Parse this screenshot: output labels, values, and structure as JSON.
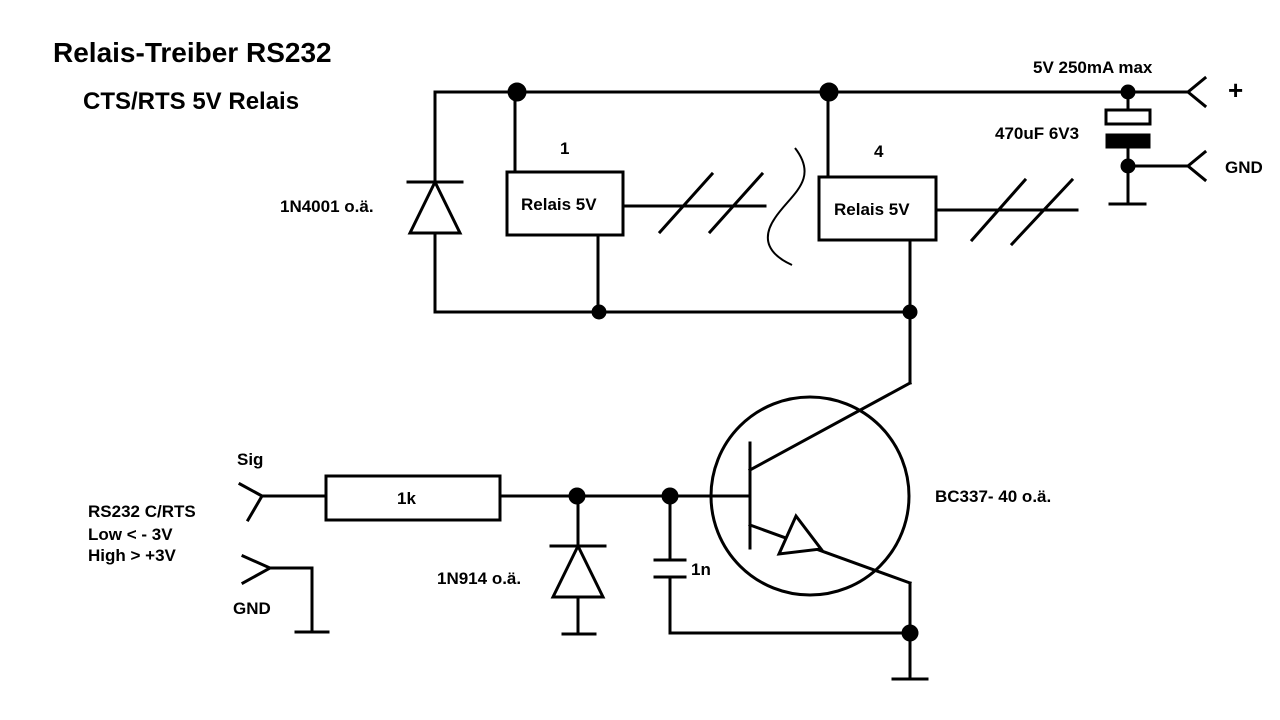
{
  "title": "Relais-Treiber RS232",
  "subtitle": "CTS/RTS 5V Relais",
  "labels": {
    "supply": "5V 250mA max",
    "plus": "+",
    "capacitor_big": "470uF 6V3",
    "gnd_right": "GND",
    "diode_flyback": "1N4001 o.ä.",
    "relay1_number": "1",
    "relay1_label": "Relais 5V",
    "relay4_number": "4",
    "relay4_label": "Relais 5V",
    "transistor": "BC337- 40 o.ä.",
    "sig": "Sig",
    "rs232_line1": "RS232  C/RTS",
    "rs232_line2": "Low  <   - 3V",
    "rs232_line3": "High >   +3V",
    "gnd_left": "GND",
    "resistor": "1k",
    "diode_input": "1N914 o.ä.",
    "capacitor_small": "1n"
  }
}
